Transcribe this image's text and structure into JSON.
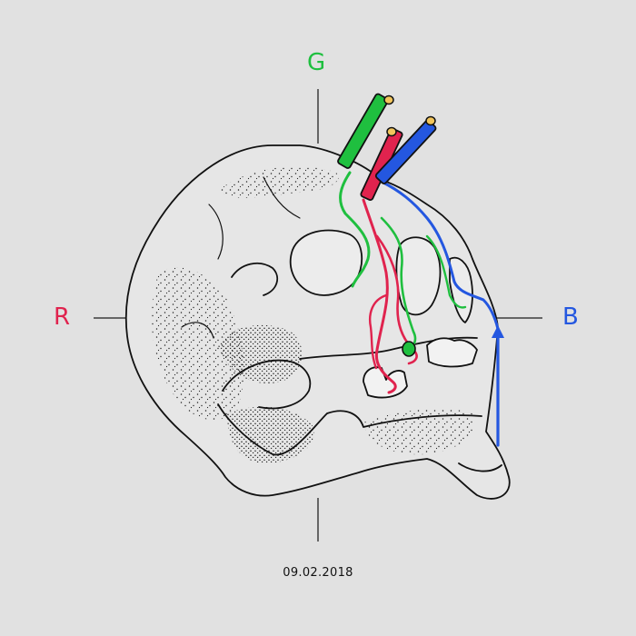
{
  "labels": {
    "green": "G",
    "red": "R",
    "blue": "B"
  },
  "date": "09.02.2018",
  "colors": {
    "background": "#e1e1e1",
    "line": "#111111",
    "crosshair": "#666666",
    "green": "#1fbf3f",
    "red": "#e0234e",
    "blue": "#2457e0",
    "tube_end": "#f2c55c"
  },
  "icons": [
    "skull-illustration",
    "crosshair",
    "green-tube",
    "red-tube",
    "blue-tube"
  ]
}
